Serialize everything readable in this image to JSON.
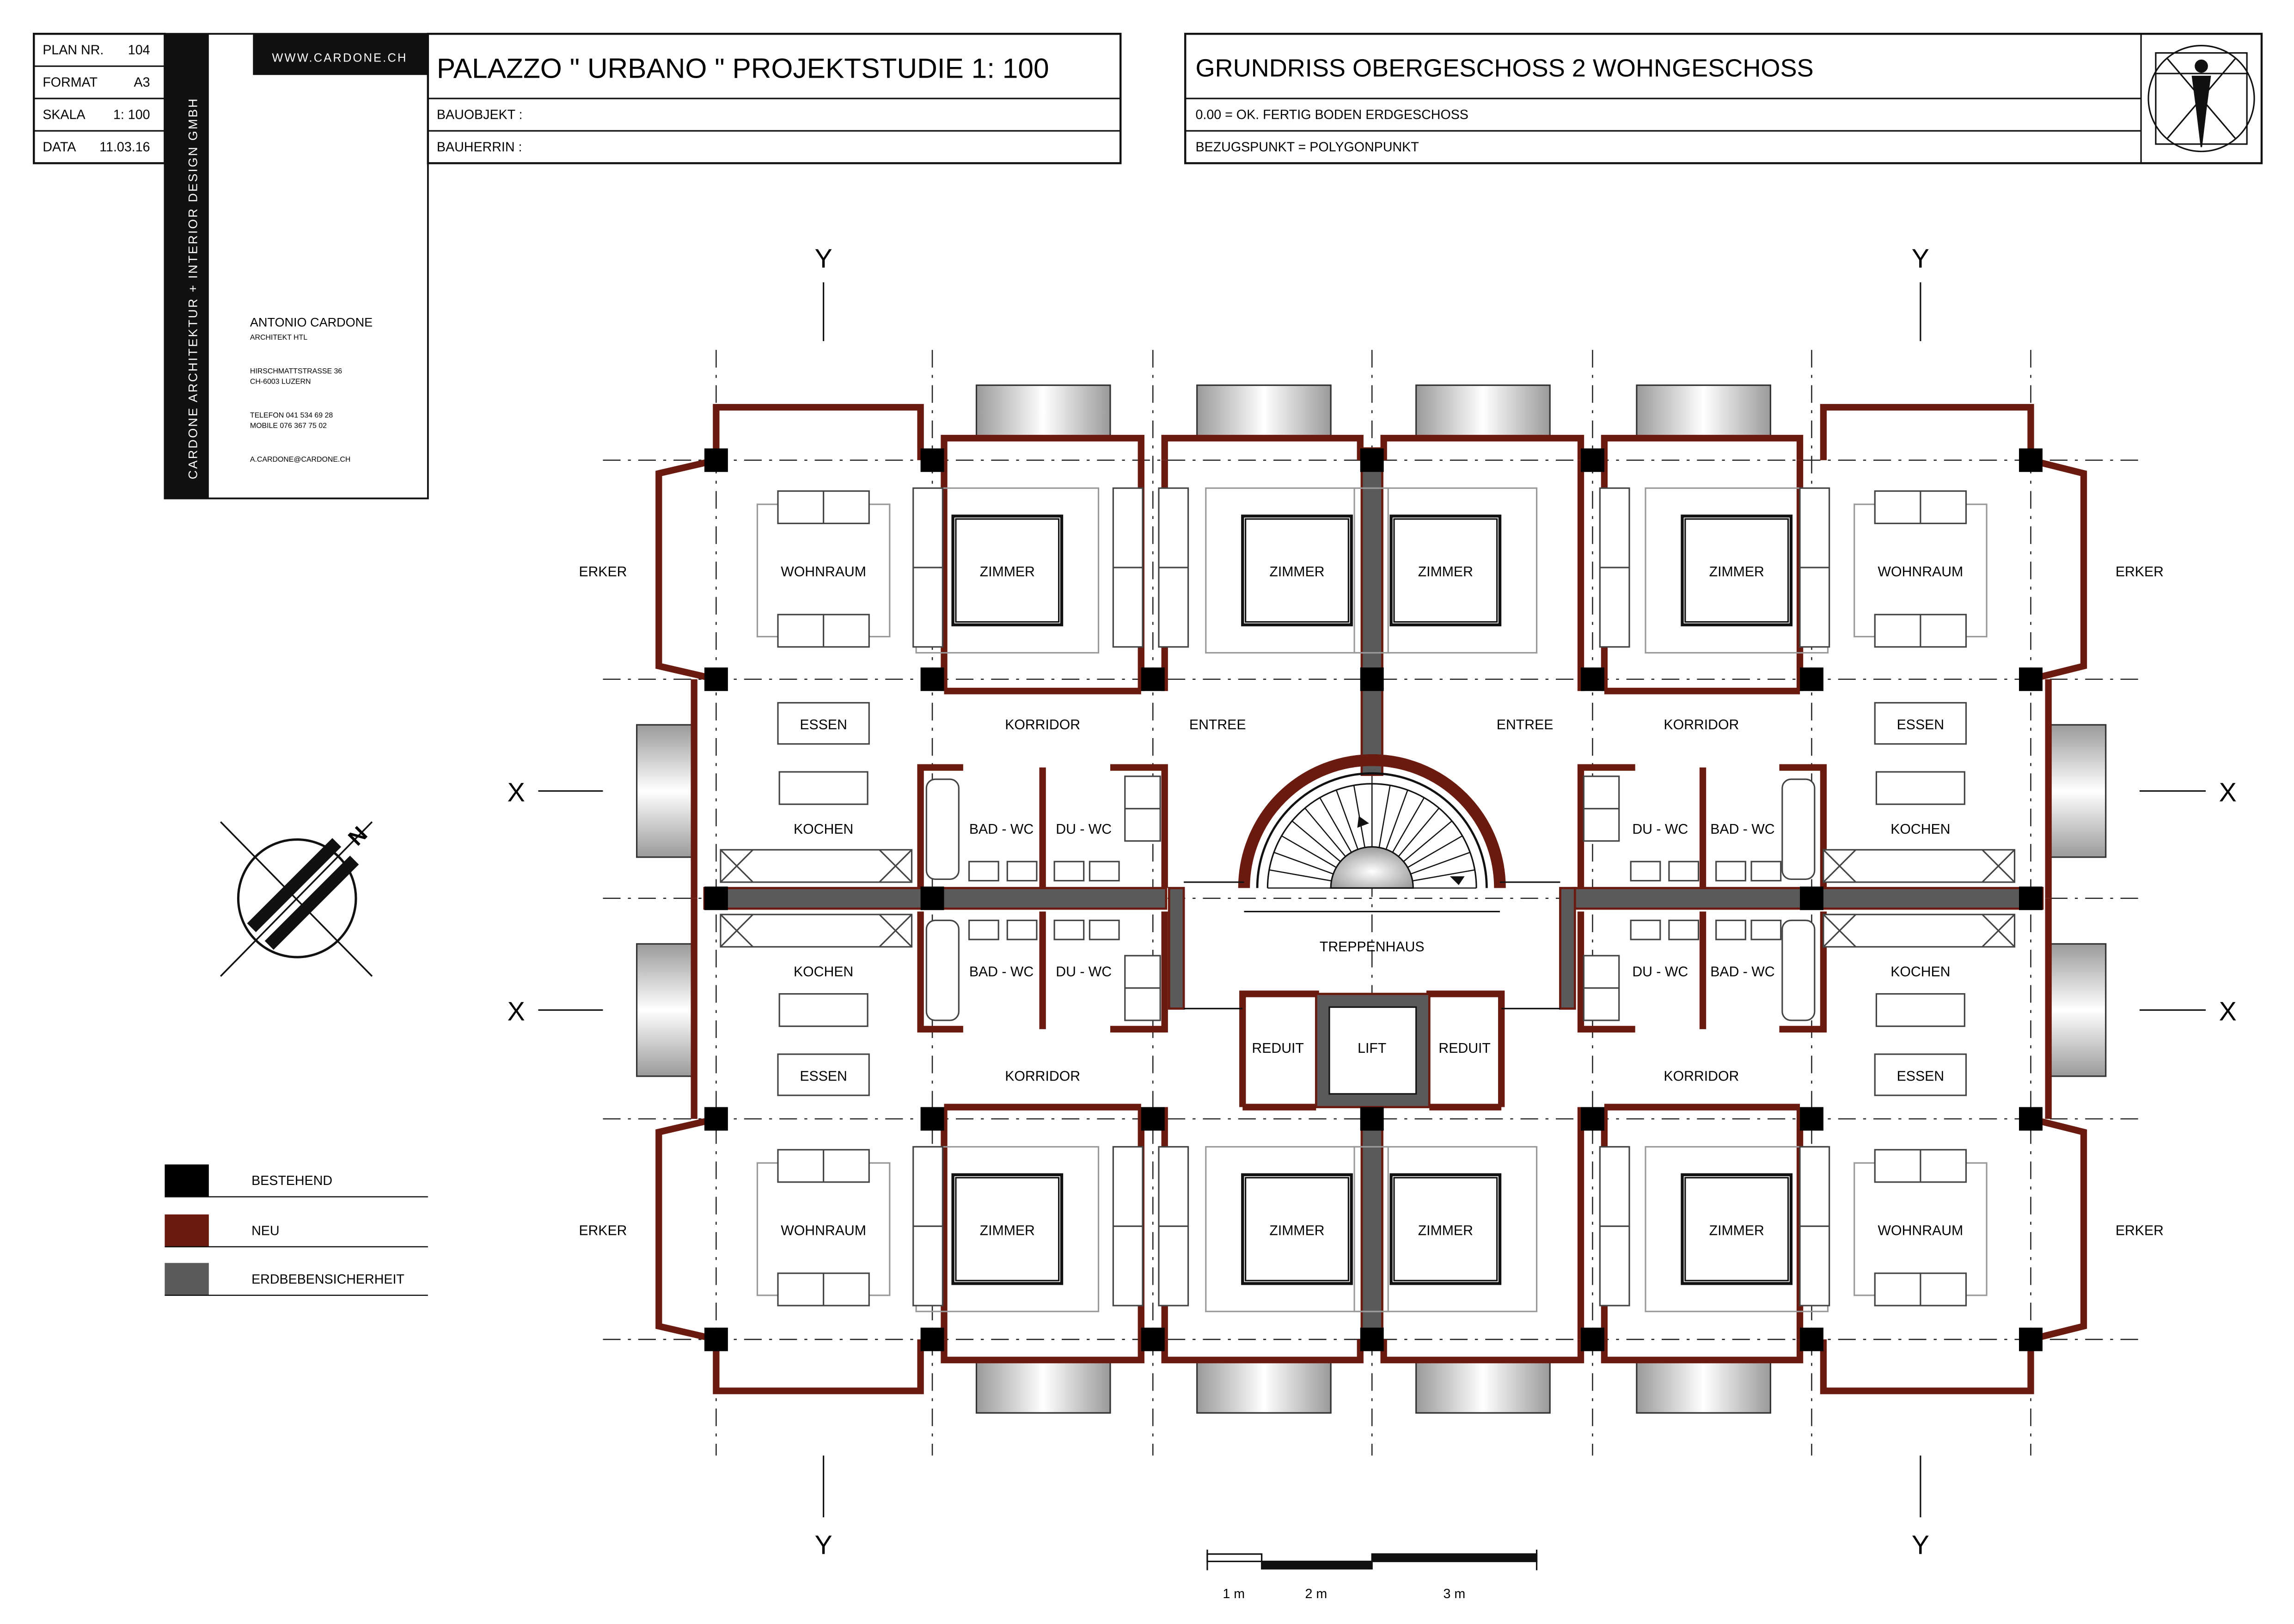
{
  "colors": {
    "existing": "#000000",
    "new": "#6b1a10",
    "seismic": "#5a5a5a",
    "line": "#111111",
    "furniture": "#555555",
    "balcony_gray": "#c8c8c8"
  },
  "titleblock": {
    "plan_nr_label": "PLAN NR.",
    "plan_nr": "104",
    "format_label": "FORMAT",
    "format": "A3",
    "scale_label": "SKALA",
    "scale": "1: 100",
    "date_label": "DATA",
    "date": "11.03.16"
  },
  "company": {
    "website": "WWW.CARDONE.CH",
    "vertical_text": "CARDONE ARCHITEKTUR + INTERIOR DESIGN GMBH",
    "name": "ANTONIO CARDONE",
    "title": "ARCHITEKT HTL",
    "street": "HIRSCHMATTSTRASSE 36",
    "city": "CH-6003 LUZERN",
    "phone": "TELEFON 041 534 69 28",
    "mobile": "MOBILE    076 367 75 02",
    "email": "A.CARDONE@CARDONE.CH"
  },
  "project": {
    "title": "PALAZZO  \" URBANO \"  PROJEKTSTUDIE     1: 100",
    "object_label": "BAUOBJEKT :",
    "owner_label": "BAUHERRIN :"
  },
  "plan": {
    "title": "GRUNDRISS  OBERGESCHOSS  2  WOHNGESCHOSS",
    "reference_level": "0.00 = OK. FERTIG  BODEN  ERDGESCHOSS",
    "reference_point": "BEZUGSPUNKT = POLYGONPUNKT"
  },
  "axes": {
    "y": "Y",
    "x": "X"
  },
  "north": {
    "label": "N",
    "icon": "north-arrow-icon"
  },
  "legend": [
    {
      "label": "BESTEHEND",
      "color": "#000000"
    },
    {
      "label": "NEU",
      "color": "#6b1a10"
    },
    {
      "label": "ERDBEBENSICHERHEIT",
      "color": "#5a5a5a"
    }
  ],
  "rooms": {
    "erker": "ERKER",
    "wohnraum": "WOHNRAUM",
    "zimmer": "ZIMMER",
    "essen": "ESSEN",
    "korridor": "KORRIDOR",
    "entree": "ENTREE",
    "kochen": "KOCHEN",
    "bad_wc": "BAD - WC",
    "du_wc": "DU - WC",
    "treppenhaus": "TREPPENHAUS",
    "reduit": "REDUIT",
    "lift": "LIFT"
  },
  "scalebar": {
    "labels": [
      "1 m",
      "2 m",
      "3 m"
    ]
  }
}
